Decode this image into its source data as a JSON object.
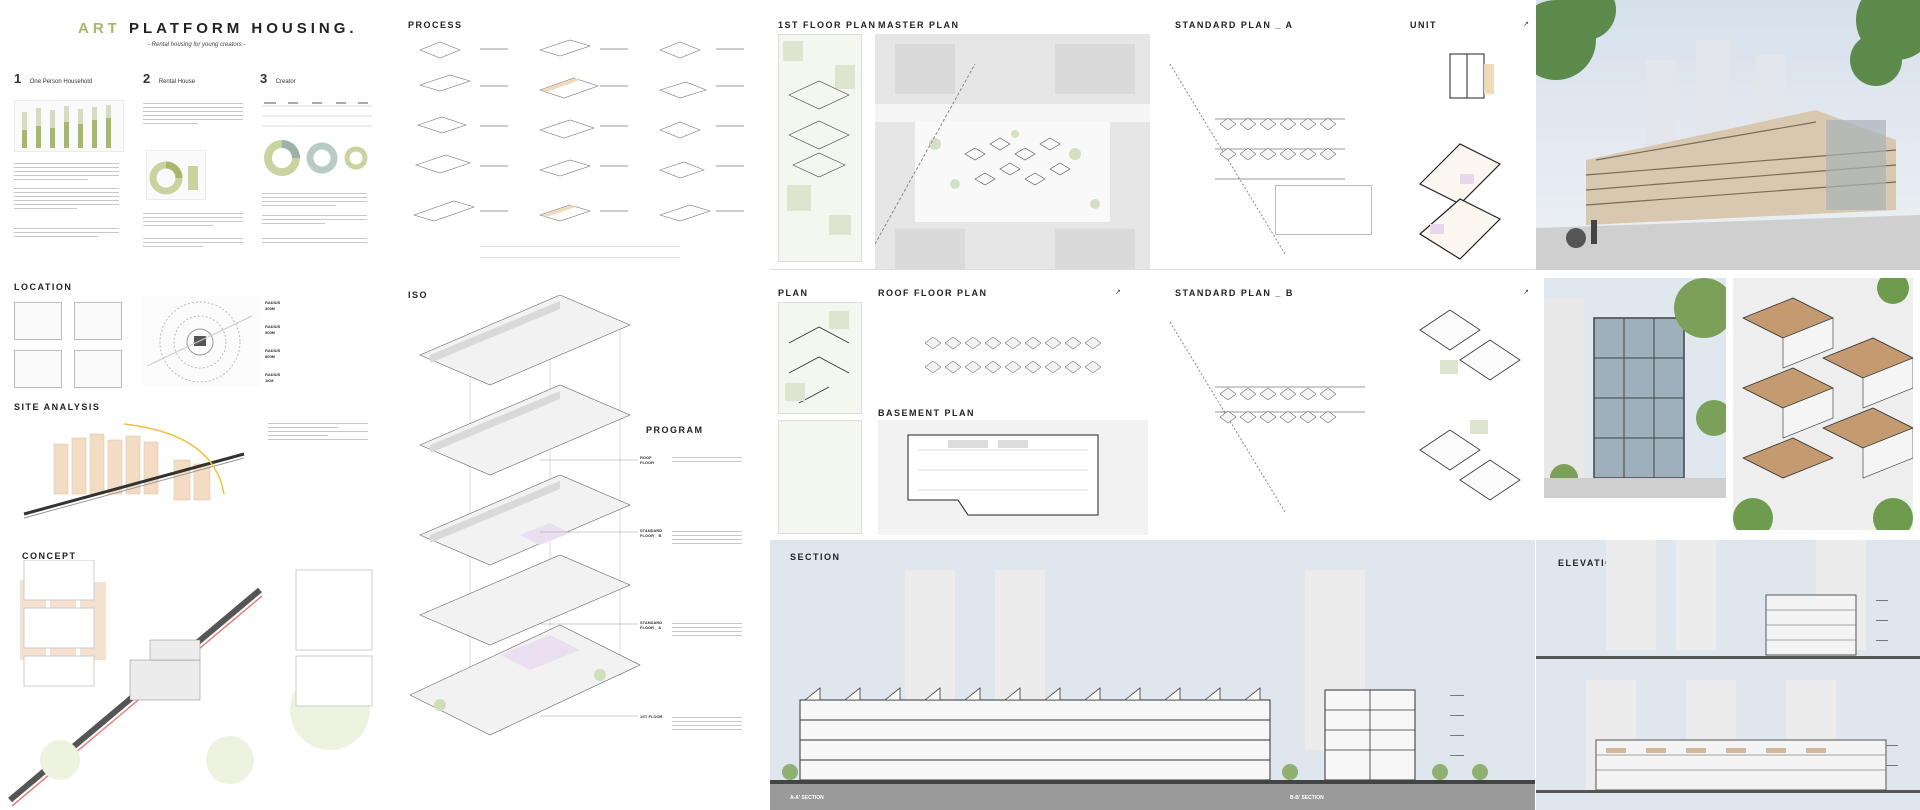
{
  "title": {
    "accent": "ART",
    "rest": " PLATFORM HOUSING.",
    "subtitle": "- Rental housing for young creators -"
  },
  "intro": {
    "items": [
      {
        "num": "1",
        "label": "One Person Household"
      },
      {
        "num": "2",
        "label": "Rental House"
      },
      {
        "num": "3",
        "label": "Creator"
      }
    ]
  },
  "sections": {
    "location": "LOCATION",
    "site_analysis": "SITE ANALYSIS",
    "concept": "CONCEPT",
    "process": "PROCESS",
    "iso": "ISO",
    "program": "PROGRAM",
    "first_floor_plan": "1ST FLOOR PLAN",
    "master_plan": "MASTER PLAN",
    "standard_plan_a": "STANDARD PLAN _ A",
    "unit": "UNIT",
    "plan": "PLAN",
    "roof_floor_plan": "ROOF FLOOR PLAN",
    "standard_plan_b": "STANDARD PLAN _ B",
    "basement_plan": "BASEMENT PLAN",
    "section": "SECTION",
    "elevation": "ELEVATION"
  },
  "location": {
    "radius": [
      {
        "label": "RADIUS",
        "sub": "300M"
      },
      {
        "label": "RADIUS",
        "sub": "500M"
      },
      {
        "label": "RADIUS",
        "sub": "800M"
      },
      {
        "label": "RADIUS",
        "sub": "1KM"
      }
    ]
  },
  "program": {
    "levels": [
      {
        "name": "ROOF",
        "sub": "FLOOR"
      },
      {
        "name": "STANDARD",
        "sub": "FLOOR _ B"
      },
      {
        "name": "STANDARD",
        "sub": "FLOOR _ A"
      },
      {
        "name": "1ST FLOOR",
        "sub": ""
      }
    ]
  },
  "section_labels": {
    "left": "A-A' SECTION",
    "right": "B-B' SECTION"
  },
  "colors": {
    "accent": "#a8b86b",
    "sky": "#dfe6ee",
    "ground": "#7a7a7a",
    "line": "#444444"
  }
}
